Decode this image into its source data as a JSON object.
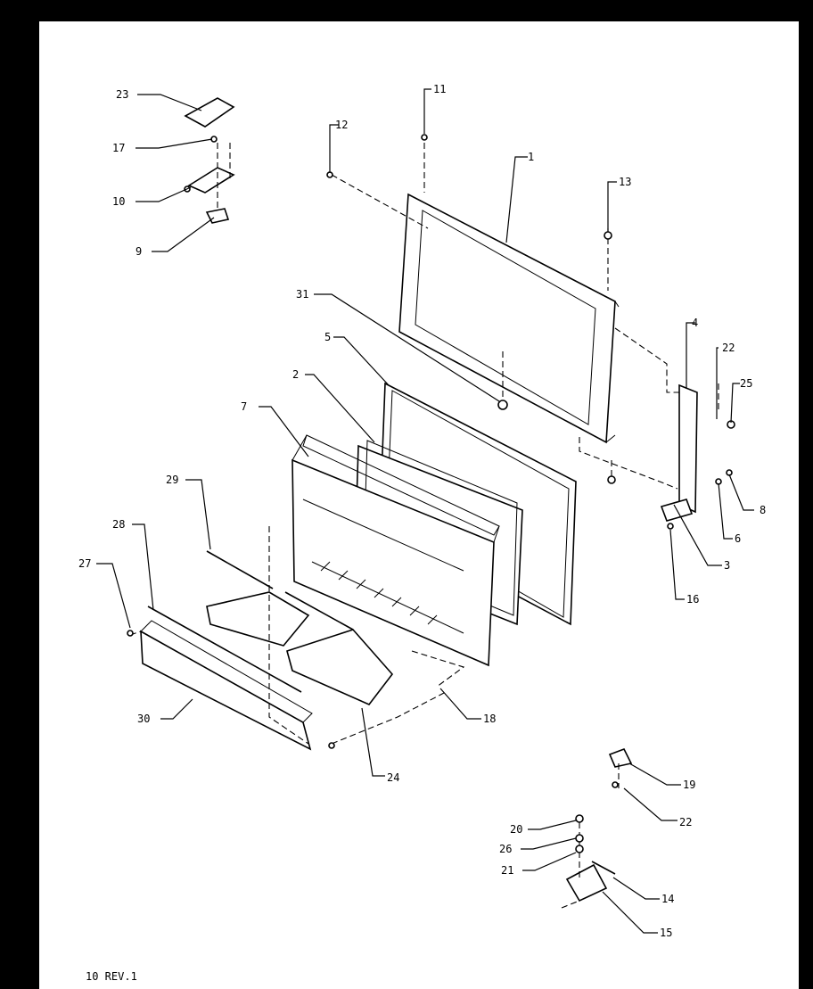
{
  "diagram": {
    "callouts": [
      "1",
      "2",
      "3",
      "4",
      "5",
      "6",
      "7",
      "8",
      "9",
      "10",
      "11",
      "12",
      "13",
      "14",
      "15",
      "16",
      "17",
      "18",
      "19",
      "20",
      "21",
      "22",
      "22",
      "23",
      "24",
      "25",
      "26",
      "27",
      "28",
      "29",
      "30",
      "31"
    ]
  },
  "footer": {
    "revision": "10 REV.1"
  },
  "colors": {
    "ink": "#000000",
    "paper": "#ffffff",
    "frame": "#000000"
  }
}
